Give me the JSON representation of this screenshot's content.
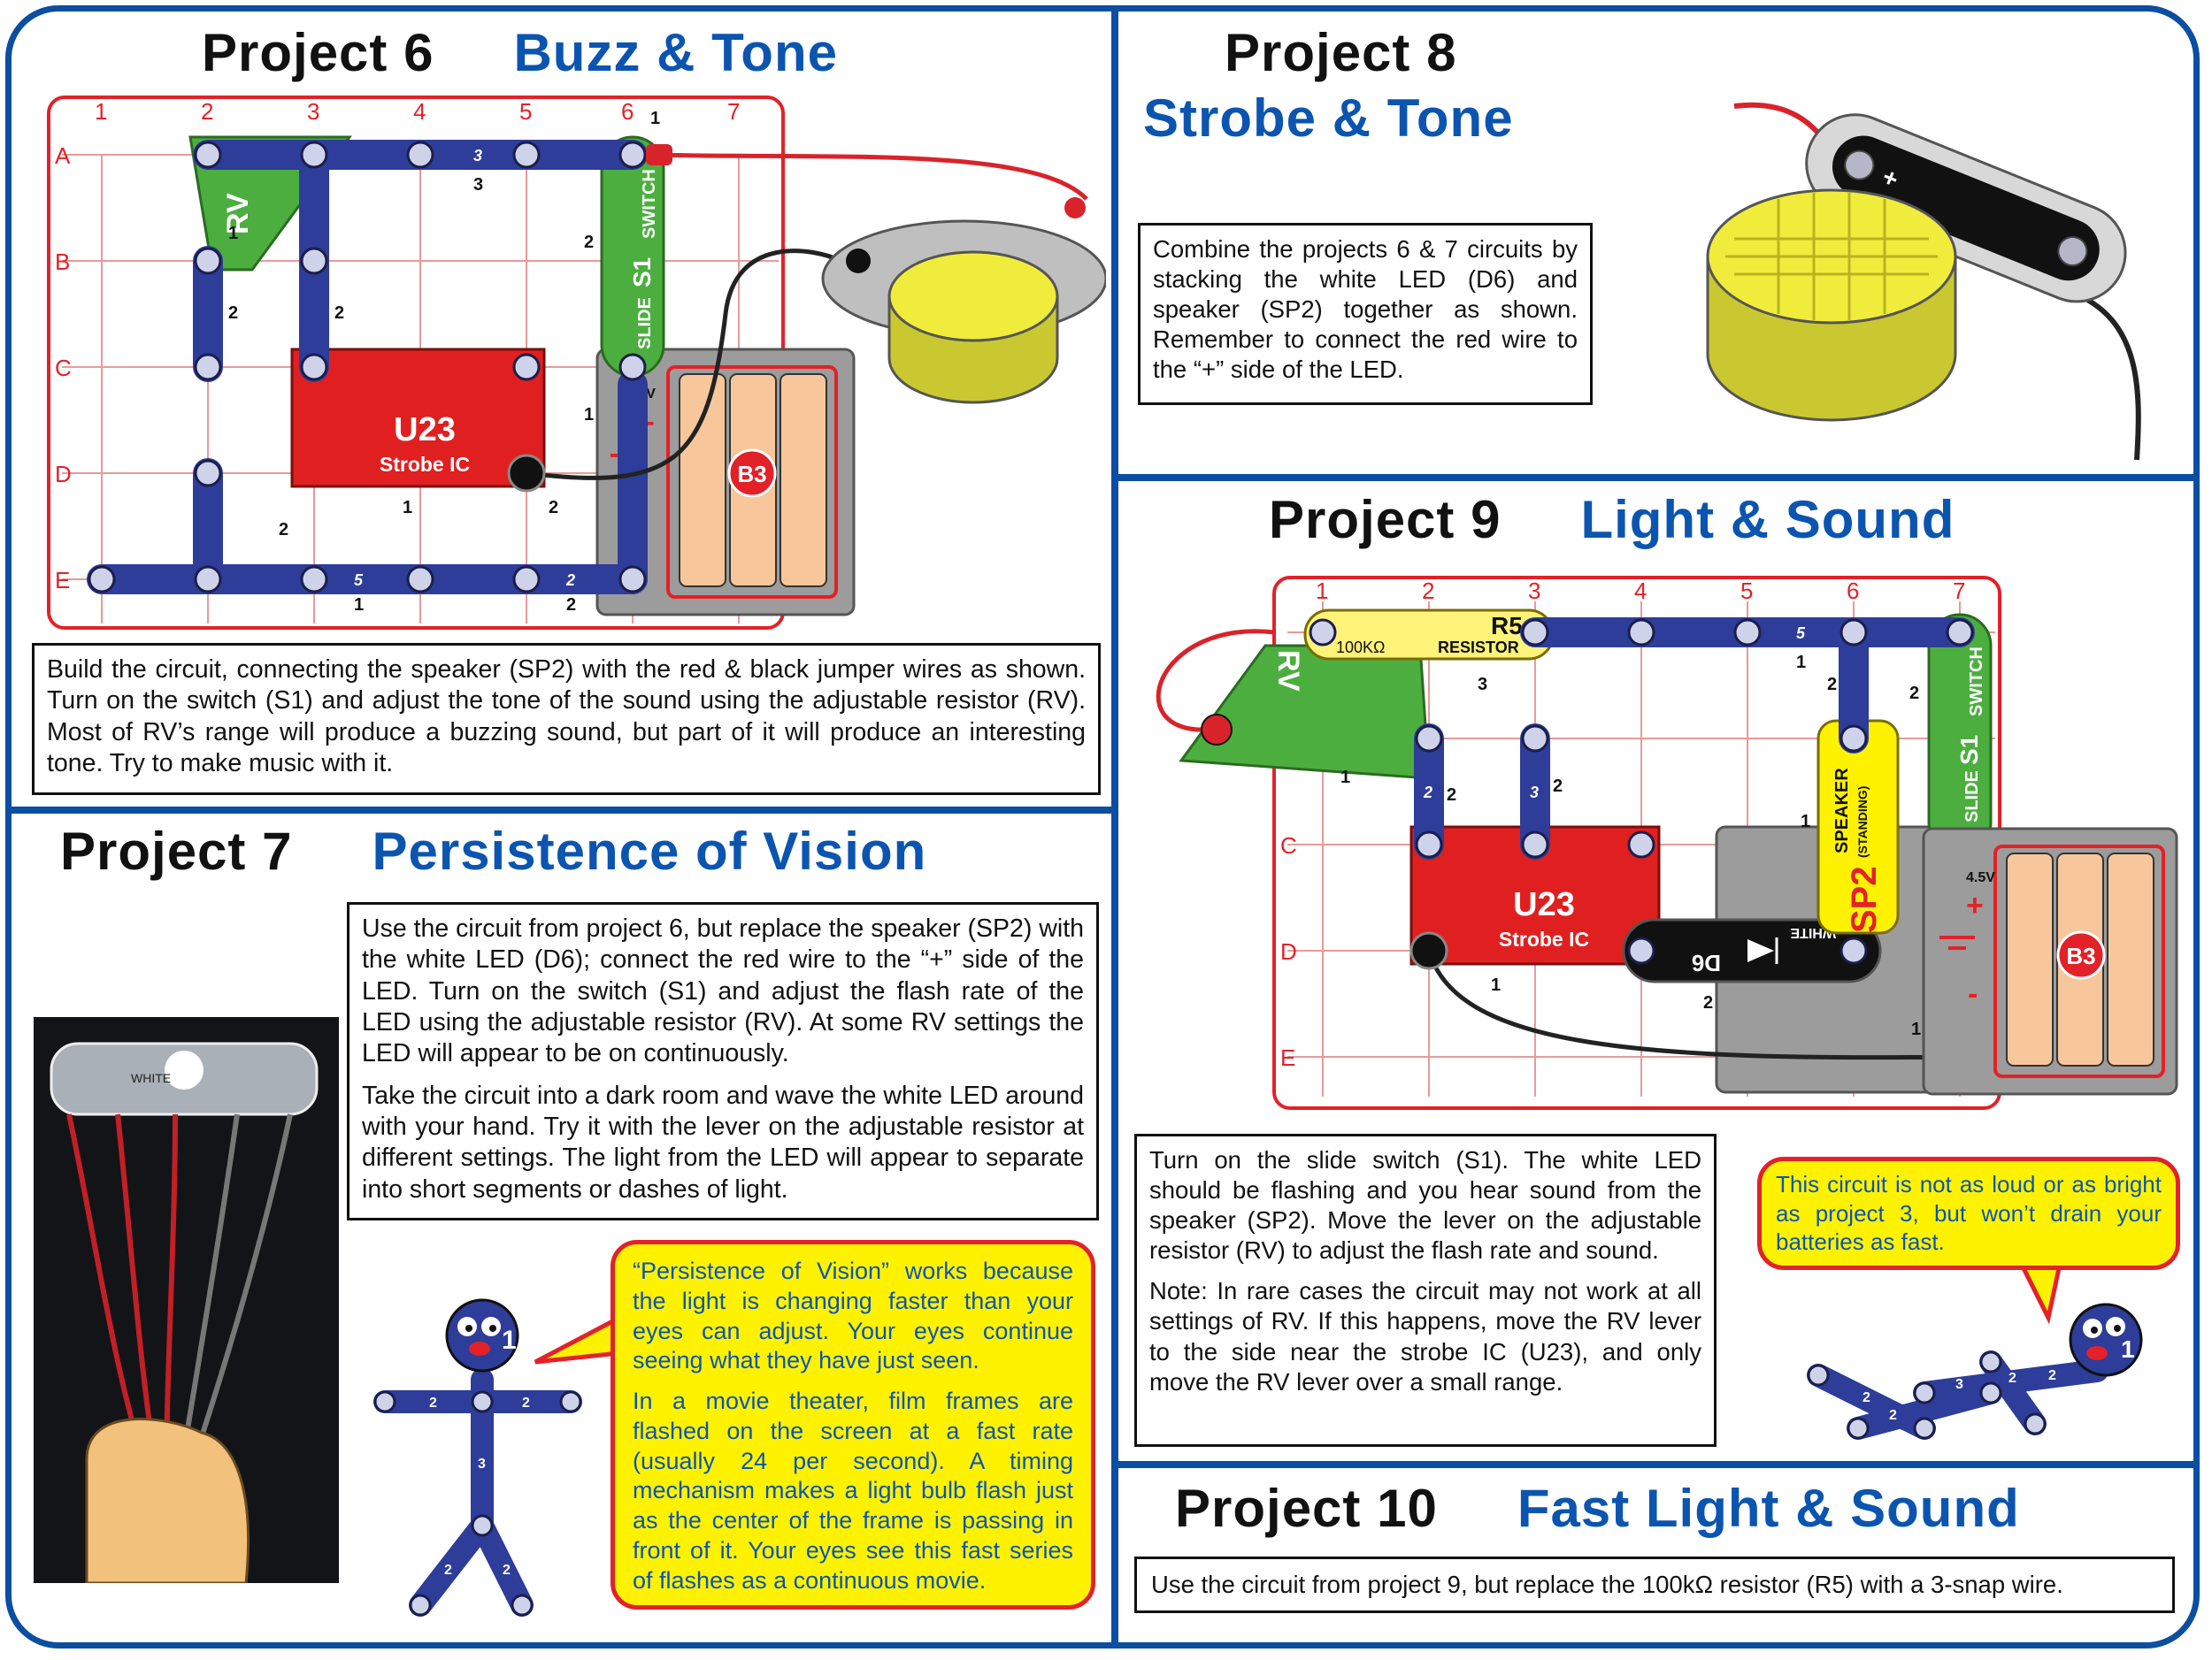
{
  "colors": {
    "brand_blue": "#0b55b0",
    "frame_blue": "#0b4ea2",
    "bubble_yellow": "#fff200",
    "bubble_red": "#e32128",
    "grid_red": "#e32128",
    "snap_blue": "#2d3d99",
    "rv_green": "#4cae3f",
    "u23_red": "#e02020",
    "battery_gray": "#9c9c9c",
    "battery_orange": "#f7c79b"
  },
  "project6": {
    "number": "Project 6",
    "name": "Buzz & Tone",
    "text": "Build the circuit, connecting the speaker (SP2) with the red & black jumper wires as shown. Turn on the switch (S1) and adjust the tone of the sound using the adjustable resistor (RV). Most of RV’s range will produce a buzzing sound, but part of it will produce an interesting tone. Try to make music with it.",
    "diagram": {
      "cols": [
        "1",
        "2",
        "3",
        "4",
        "5",
        "6",
        "7"
      ],
      "rows": [
        "A",
        "B",
        "C",
        "D",
        "E"
      ],
      "rv": "RV",
      "u23": "U23",
      "u23_sub": "Strobe IC",
      "switch_slide": "SLIDE",
      "switch_s1": "S1",
      "switch_word": "SWITCH",
      "battery": "B3",
      "volt": "4.5V",
      "plus": "+",
      "minus": "-",
      "labels": {
        "n1": "1",
        "n2": "2",
        "n3": "3",
        "n5": "5"
      }
    }
  },
  "project7": {
    "number": "Project 7",
    "name": "Persistence of Vision",
    "text1": "Use the circuit from project 6, but replace the speaker (SP2) with the white LED (D6); connect the red wire to the “+” side of the LED. Turn on the switch (S1) and adjust the flash rate of the LED using the adjustable resistor (RV). At some RV settings the LED will appear to be on continuously.",
    "text2": "Take the circuit into a dark room and wave the white LED around with your hand. Try it with the lever on the adjustable resistor at different settings. The light from the LED will appear to separate into short segments or dashes of light.",
    "bubble1": "“Persistence of Vision” works because the light is changing faster than your eyes can adjust. Your eyes continue seeing what they have just seen.",
    "bubble2": "In a movie theater, film frames are flashed on the screen at a fast rate (usually 24 per second). A timing mechanism makes a light bulb flash just as the center of the frame is passing in front of it. Your eyes see this fast series of flashes as a continuous movie.",
    "photo_label": "WHITE",
    "figure_labels": {
      "a": "1",
      "b": "2",
      "c": "3"
    }
  },
  "project8": {
    "number": "Project 8",
    "name": "Strobe & Tone",
    "text": "Combine the projects 6 & 7 circuits by stacking the white LED (D6) and speaker (SP2) together as shown. Remember to connect the red wire to the “+” side of the LED.",
    "plus": "+"
  },
  "project9": {
    "number": "Project 9",
    "name": "Light & Sound",
    "text1": "Turn on the slide switch (S1). The white LED should be flashing and you hear sound from the speaker (SP2). Move the lever on the adjustable resistor (RV) to adjust the flash rate and sound.",
    "text2": "Note: In rare cases the circuit may not work at all settings of RV. If this happens, move the RV lever to the side near the strobe IC (U23), and only move the RV lever over a small range.",
    "bubble": "This circuit is not as loud or as bright as project 3, but won’t drain your batteries as fast.",
    "diagram": {
      "cols": [
        "1",
        "2",
        "3",
        "4",
        "5",
        "6",
        "7"
      ],
      "rows": [
        "C",
        "D",
        "E"
      ],
      "r5": "R5",
      "r5_value": "100KΩ",
      "r5_word": "RESISTOR",
      "rv": "RV",
      "u23": "U23",
      "u23_sub": "Strobe IC",
      "d6": "D6",
      "d6_word": "WHITE",
      "sp2": "SP2",
      "sp2_word": "SPEAKER",
      "sp2_sub": "(STANDING)",
      "switch_slide": "SLIDE",
      "switch_s1": "S1",
      "switch_word": "SWITCH",
      "battery": "B3",
      "volt": "4.5V",
      "plus": "+",
      "minus": "-",
      "labels": {
        "n1": "1",
        "n2": "2",
        "n3": "3",
        "n5": "5"
      }
    },
    "figure_labels": {
      "a": "1",
      "b": "2",
      "c": "3"
    }
  },
  "project10": {
    "number": "Project 10",
    "name": "Fast Light & Sound",
    "text": "Use the circuit from project 9, but replace the 100kΩ resistor (R5) with a 3-snap wire."
  }
}
